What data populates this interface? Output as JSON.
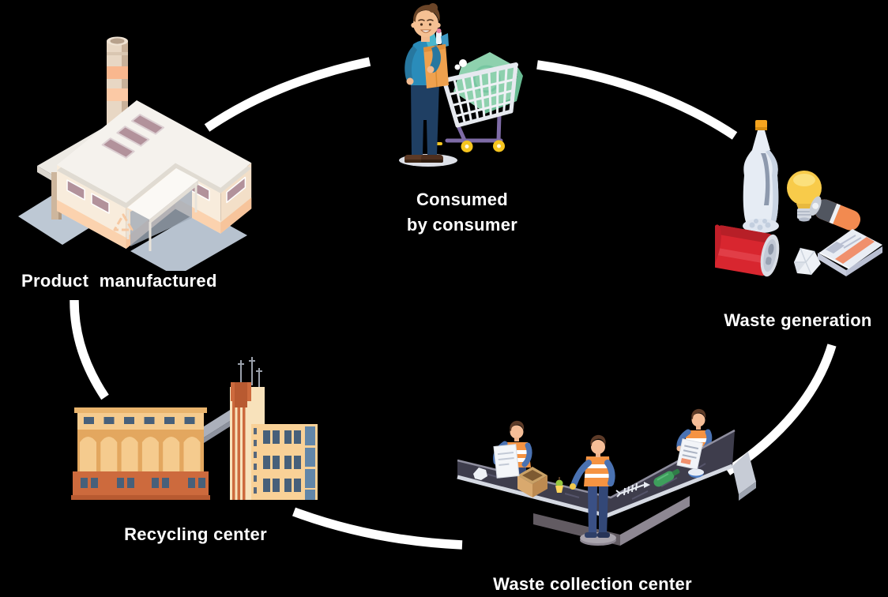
{
  "diagram": {
    "background_color": "#000000",
    "label_color": "#ffffff",
    "arc_color": "#ffffff",
    "nodes": [
      {
        "id": "product-manufactured",
        "label": "Product manufactured",
        "icon": "factory-illustration"
      },
      {
        "id": "consumed-by-consumer",
        "label_lines": [
          "Consumed",
          "by consumer"
        ],
        "icon": "consumer-with-cart-illustration"
      },
      {
        "id": "waste-generation",
        "label": "Waste generation",
        "icon": "waste-items-illustration"
      },
      {
        "id": "waste-collection-center",
        "label": "Waste collection center",
        "icon": "conveyor-sorting-illustration"
      },
      {
        "id": "recycling-center",
        "label": "Recycling center",
        "icon": "recycling-plant-illustration"
      }
    ],
    "accent_colors": {
      "safety_vest_orange": "#f59342",
      "cart_purple": "#7e6ba6",
      "money_green": "#8ed1ae",
      "wall_cream": "#f8ecdc",
      "peach_band": "#fbd2ae",
      "brick_red": "#cd6a3d",
      "sand_tan": "#f5cb8e",
      "belt_charcoal": "#3e3d4c",
      "can_red": "#d8262f",
      "bulb_yellow": "#f8cb4a"
    }
  }
}
